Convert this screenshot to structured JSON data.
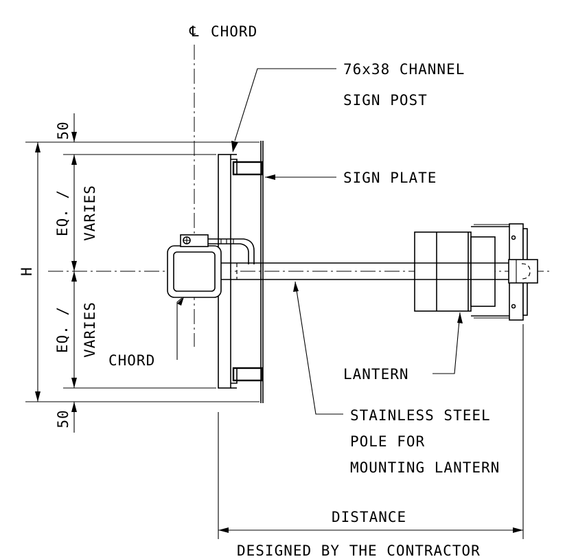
{
  "labels": {
    "centerline_symbol": "℄",
    "centerline": "CHORD",
    "channel_line1": "76x38 CHANNEL",
    "channel_line2": "SIGN POST",
    "sign_plate": "SIGN PLATE",
    "chord": "CHORD",
    "lantern": "LANTERN",
    "pole_line1": "STAINLESS STEEL",
    "pole_line2": "POLE FOR",
    "pole_line3": "MOUNTING LANTERN",
    "distance": "DISTANCE",
    "designed_by": "DESIGNED BY THE CONTRACTOR"
  },
  "dimensions": {
    "top_offset": "50",
    "bottom_offset": "50",
    "upper_eq_line1": "EQ. /",
    "upper_eq_line2": "VARIES",
    "lower_eq_line1": "EQ. /",
    "lower_eq_line2": "VARIES",
    "height": "H"
  }
}
